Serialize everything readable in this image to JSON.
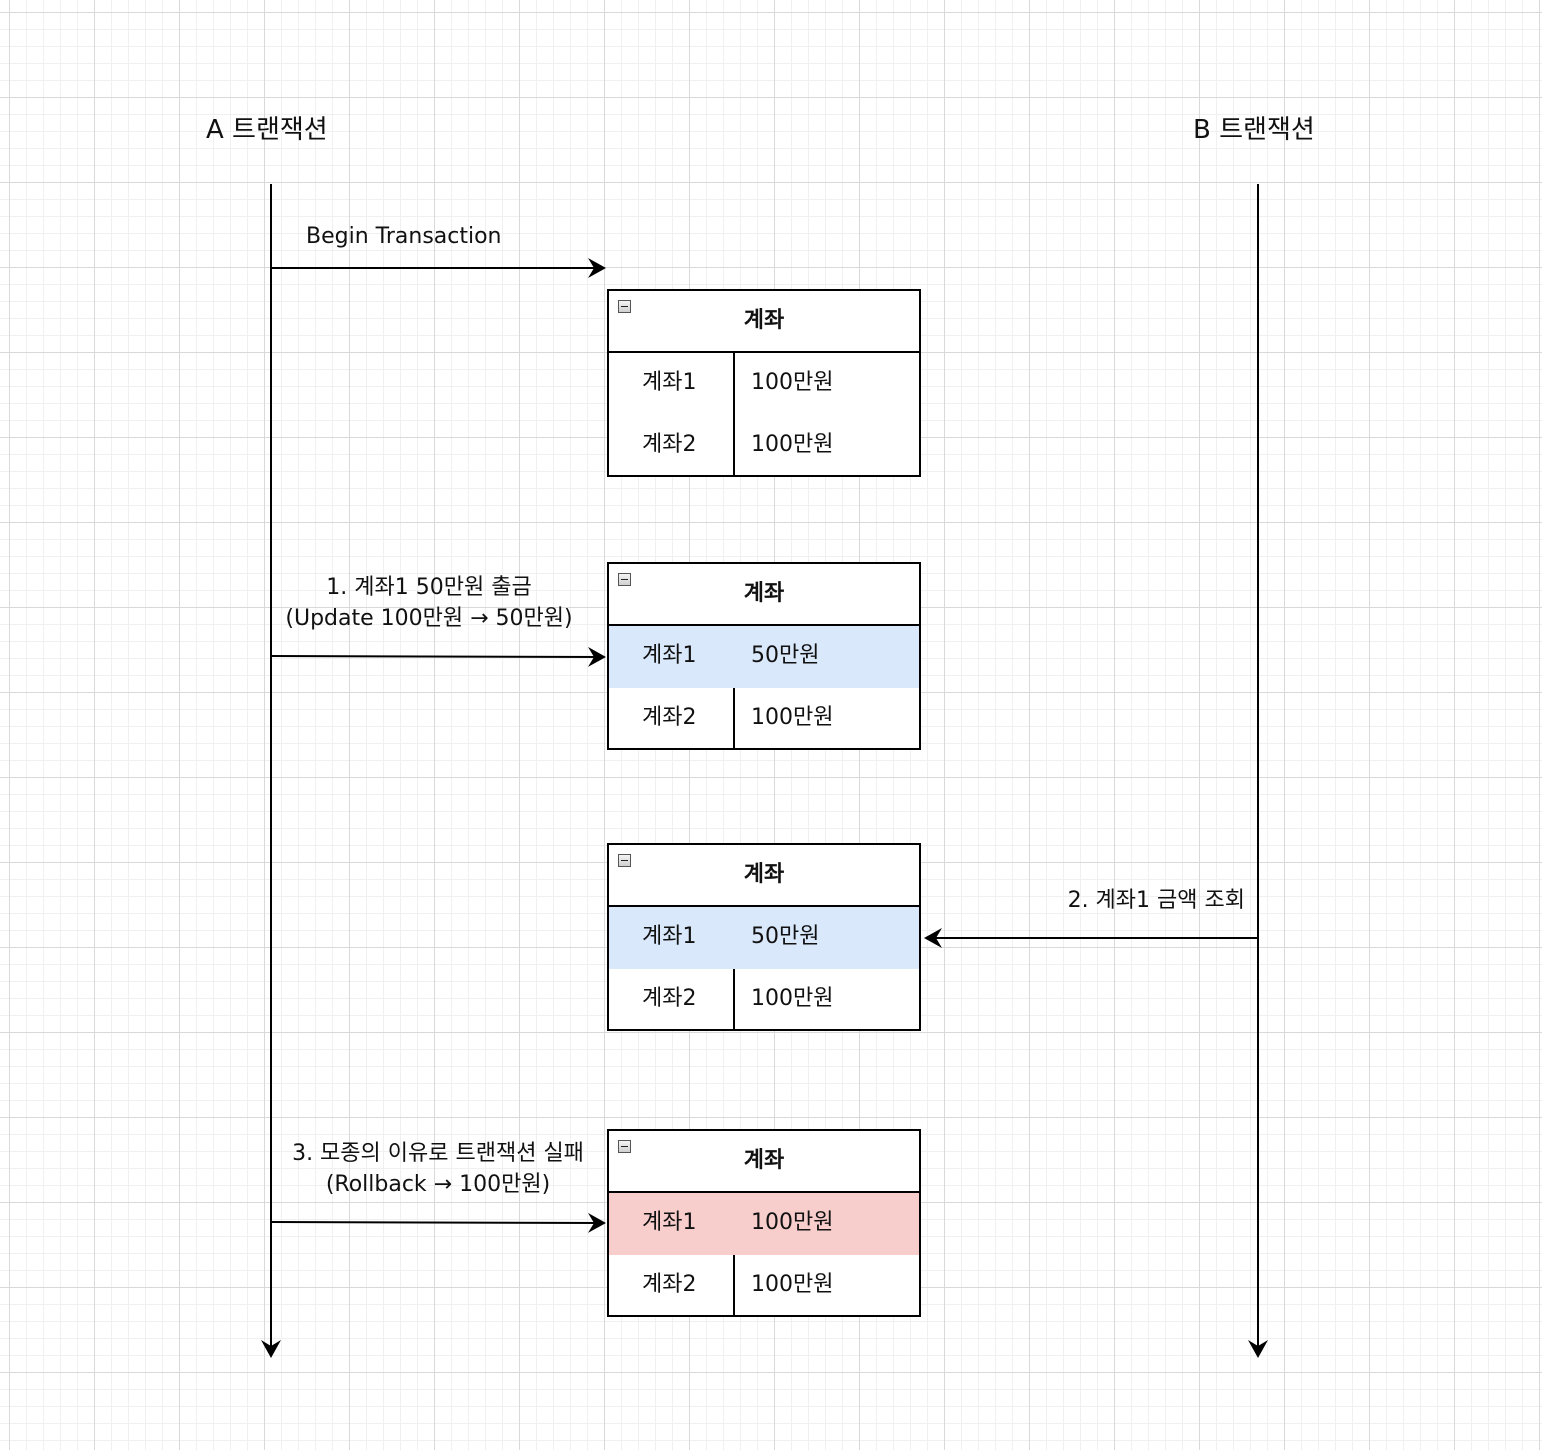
{
  "lifelines": {
    "a_title": "A 트랜잭션",
    "b_title": "B 트랜잭션"
  },
  "messages": {
    "begin": "Begin Transaction",
    "step1_line1": "1. 계좌1 50만원 출금",
    "step1_line2": "(Update 100만원 → 50만원)",
    "step2": "2. 계좌1 금액 조회",
    "step3_line1": "3. 모종의 이유로 트랜잭션 실패",
    "step3_line2": "(Rollback → 100만원)"
  },
  "colors": {
    "updated_row": "#dae8fc",
    "rolled_back_row": "#f8cecc",
    "line": "#000000"
  },
  "tables": [
    {
      "title": "계좌",
      "rows": [
        {
          "account": "계좌1",
          "amount": "100만원"
        },
        {
          "account": "계좌2",
          "amount": "100만원"
        }
      ]
    },
    {
      "title": "계좌",
      "rows": [
        {
          "account": "계좌1",
          "amount": "50만원"
        },
        {
          "account": "계좌2",
          "amount": "100만원"
        }
      ]
    },
    {
      "title": "계좌",
      "rows": [
        {
          "account": "계좌1",
          "amount": "50만원"
        },
        {
          "account": "계좌2",
          "amount": "100만원"
        }
      ]
    },
    {
      "title": "계좌",
      "rows": [
        {
          "account": "계좌1",
          "amount": "100만원"
        },
        {
          "account": "계좌2",
          "amount": "100만원"
        }
      ]
    }
  ]
}
